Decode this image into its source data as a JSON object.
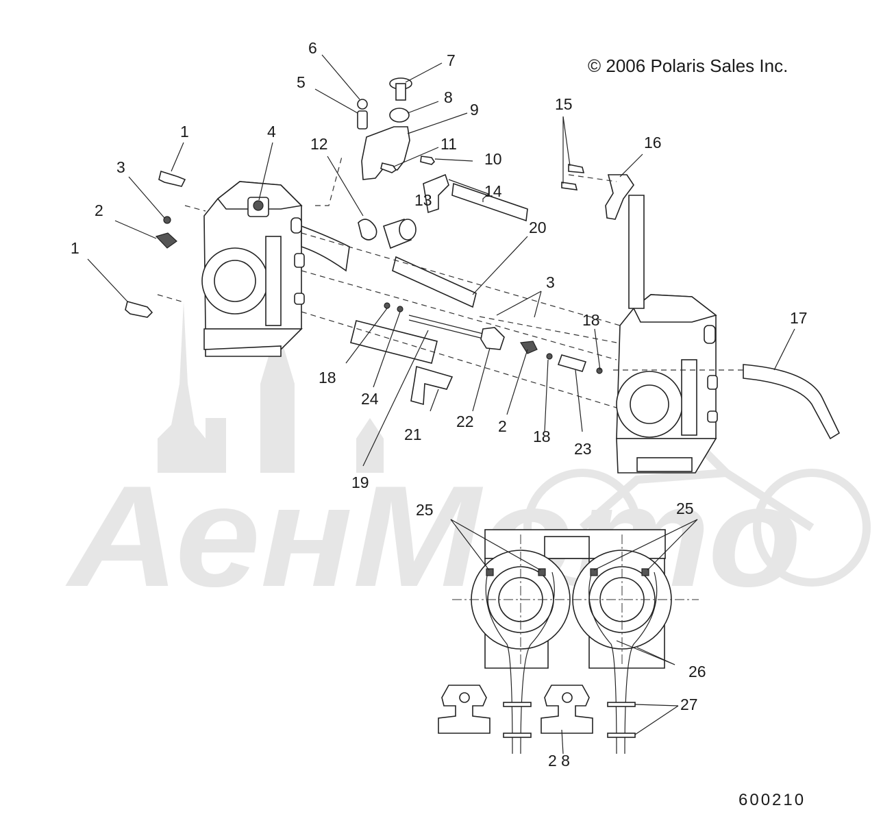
{
  "copyright": "© 2006 Polaris Sales Inc.",
  "drawing_number": "600210",
  "watermark_text": "АенМото",
  "callouts": [
    {
      "id": "c1a",
      "label": "1"
    },
    {
      "id": "c1b",
      "label": "1"
    },
    {
      "id": "c2a",
      "label": "2"
    },
    {
      "id": "c2b",
      "label": "2"
    },
    {
      "id": "c3a",
      "label": "3"
    },
    {
      "id": "c3b",
      "label": "3"
    },
    {
      "id": "c4",
      "label": "4"
    },
    {
      "id": "c5",
      "label": "5"
    },
    {
      "id": "c6",
      "label": "6"
    },
    {
      "id": "c7",
      "label": "7"
    },
    {
      "id": "c8",
      "label": "8"
    },
    {
      "id": "c9",
      "label": "9"
    },
    {
      "id": "c10",
      "label": "10"
    },
    {
      "id": "c11",
      "label": "11"
    },
    {
      "id": "c12",
      "label": "12"
    },
    {
      "id": "c13",
      "label": "13"
    },
    {
      "id": "c14",
      "label": "14"
    },
    {
      "id": "c15",
      "label": "15"
    },
    {
      "id": "c16",
      "label": "16"
    },
    {
      "id": "c17",
      "label": "17"
    },
    {
      "id": "c18a",
      "label": "18"
    },
    {
      "id": "c18b",
      "label": "18"
    },
    {
      "id": "c18c",
      "label": "18"
    },
    {
      "id": "c19",
      "label": "19"
    },
    {
      "id": "c20",
      "label": "20"
    },
    {
      "id": "c21",
      "label": "21"
    },
    {
      "id": "c22",
      "label": "22"
    },
    {
      "id": "c23",
      "label": "23"
    },
    {
      "id": "c24",
      "label": "24"
    },
    {
      "id": "c25a",
      "label": "25"
    },
    {
      "id": "c25b",
      "label": "25"
    },
    {
      "id": "c26",
      "label": "26"
    },
    {
      "id": "c27",
      "label": "27"
    },
    {
      "id": "c28",
      "label": "2 8"
    }
  ]
}
